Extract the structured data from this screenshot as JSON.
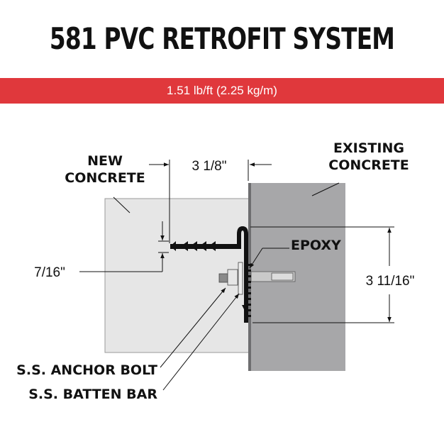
{
  "title": "581 PVC RETROFIT SYSTEM",
  "weight": "1.51 lb/ft (2.25 kg/m)",
  "labels": {
    "new_concrete_1": "NEW",
    "new_concrete_2": "CONCRETE",
    "existing_concrete_1": "EXISTING",
    "existing_concrete_2": "CONCRETE",
    "epoxy": "EPOXY",
    "anchor_bolt": "S.S. ANCHOR BOLT",
    "batten_bar": "S.S. BATTEN BAR"
  },
  "dimensions": {
    "width": "3 1/8\"",
    "thickness": "7/16\"",
    "height": "3 11/16\""
  },
  "colors": {
    "band": "#e0383c",
    "new_concrete": "#e6e6e6",
    "existing_concrete": "#a7a7a9"
  }
}
